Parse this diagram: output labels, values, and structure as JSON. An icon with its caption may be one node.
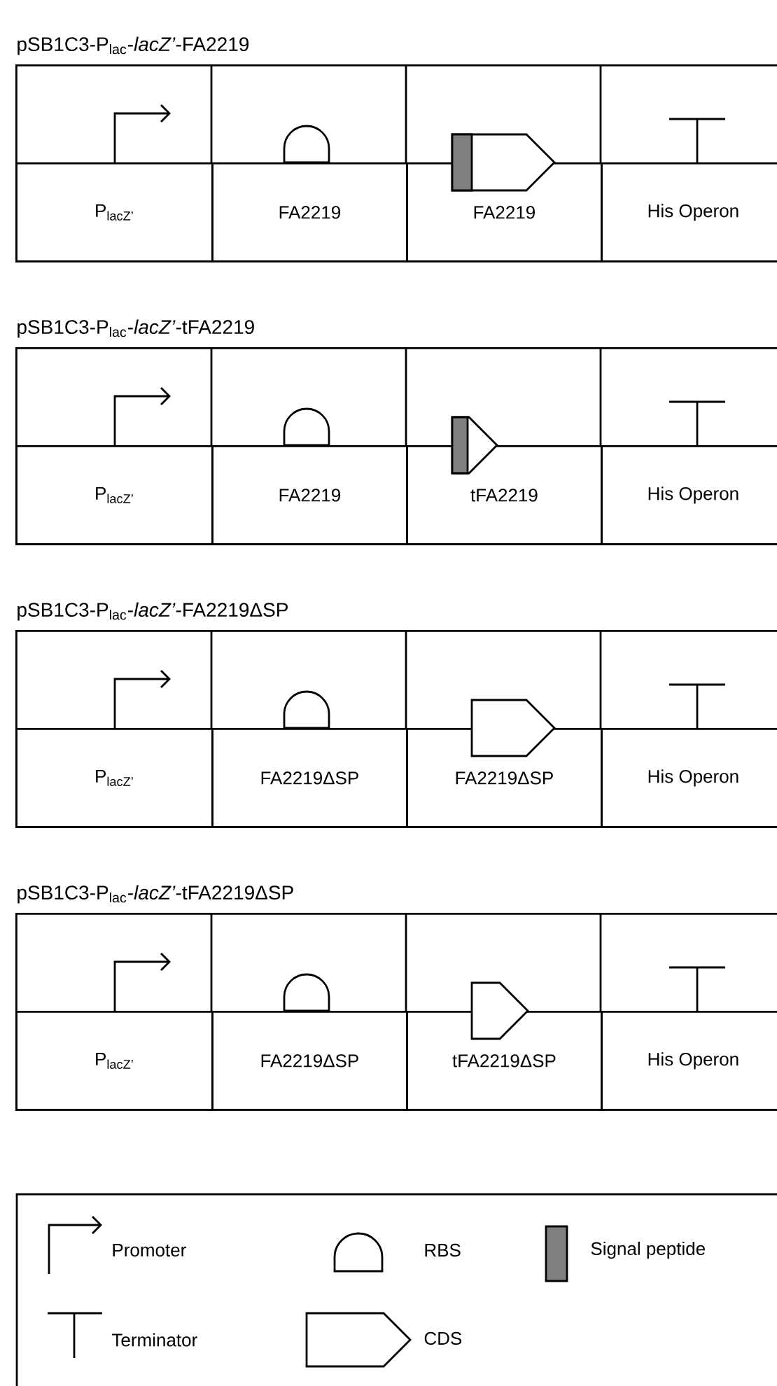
{
  "diagram": {
    "nodes": [
      {
        "text": [
          "pSB1C3-P$_{lac}$-*lacZ’*-FA2219"
        ]
      },
      {
        "text": [
          "P$_{lacZ’}$"
        ],
        "in": 0
      },
      {
        "text": [
          "FA2219"
        ],
        "in": 0
      },
      {
        "text": [
          "FA2219"
        ],
        "in": 0
      },
      {
        "text": [
          "His Operon"
        ],
        "in": 0
      },
      {
        "text": [
          "pSB1C3-P$_{lac}$-*lacZ’*-tFA2219"
        ]
      },
      {
        "text": [
          "P$_{lacZ’}$"
        ],
        "in": 5
      },
      {
        "text": [
          "FA2219"
        ],
        "in": 5
      },
      {
        "text": [
          "tFA2219"
        ],
        "in": 5
      },
      {
        "text": [
          "His Operon"
        ],
        "in": 5
      },
      {
        "text": [
          "pSB1C3-P$_{lac}$-*lacZ’*-FA2219ΔSP"
        ]
      },
      {
        "text": [
          "P$_{lacZ’}$"
        ],
        "in": 10
      },
      {
        "text": [
          "FA2219ΔSP"
        ],
        "in": 10
      },
      {
        "text": [
          "FA2219ΔSP"
        ],
        "in": 10
      },
      {
        "text": [
          "His Operon"
        ],
        "in": 10
      },
      {
        "text": [
          "pSB1C3-P$_{lac}$-*lacZ’*-tFA2219ΔSP"
        ]
      },
      {
        "text": [
          "P$_{lacZ’}$"
        ],
        "in": 15
      },
      {
        "text": [
          "FA2219ΔSP"
        ],
        "in": 15
      },
      {
        "text": [
          "tFA2219ΔSP"
        ],
        "in": 15
      },
      {
        "text": [
          "His Operon"
        ],
        "in": 15
      }
    ],
    "legend": [
      {
        "text": "Promoter"
      },
      {
        "text": "RBS"
      },
      {
        "text": "Signal peptide"
      },
      {
        "text": "Terminator"
      },
      {
        "text": "CDS"
      }
    ]
  }
}
